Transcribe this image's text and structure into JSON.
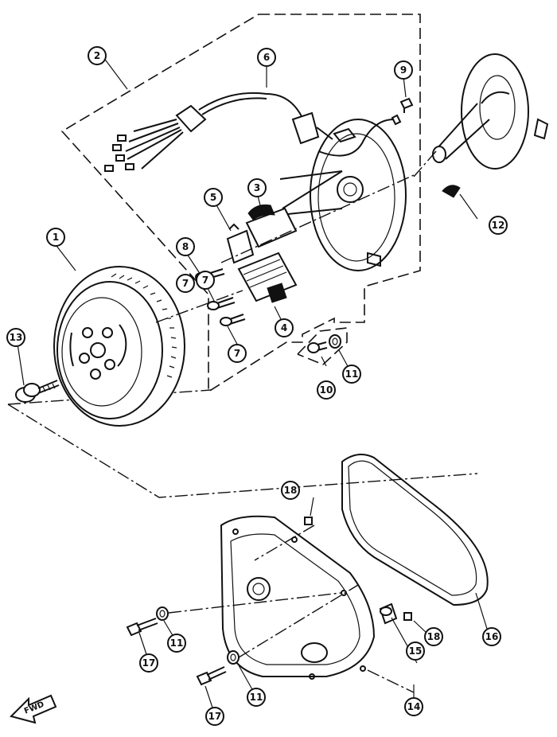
{
  "callouts": [
    {
      "id": "c1",
      "label": "1"
    },
    {
      "id": "c2",
      "label": "2"
    },
    {
      "id": "c3",
      "label": "3"
    },
    {
      "id": "c4",
      "label": "4"
    },
    {
      "id": "c5",
      "label": "5"
    },
    {
      "id": "c6",
      "label": "6"
    },
    {
      "id": "c7a",
      "label": "7"
    },
    {
      "id": "c7b",
      "label": "7"
    },
    {
      "id": "c7c",
      "label": "7"
    },
    {
      "id": "c8",
      "label": "8"
    },
    {
      "id": "c9",
      "label": "9"
    },
    {
      "id": "c10",
      "label": "10"
    },
    {
      "id": "c11a",
      "label": "11"
    },
    {
      "id": "c11b",
      "label": "11"
    },
    {
      "id": "c11c",
      "label": "11"
    },
    {
      "id": "c12",
      "label": "12"
    },
    {
      "id": "c13",
      "label": "13"
    },
    {
      "id": "c14",
      "label": "14"
    },
    {
      "id": "c15",
      "label": "15"
    },
    {
      "id": "c16",
      "label": "16"
    },
    {
      "id": "c17a",
      "label": "17"
    },
    {
      "id": "c17b",
      "label": "17"
    },
    {
      "id": "c18a",
      "label": "18"
    },
    {
      "id": "c18b",
      "label": "18"
    }
  ],
  "direction_arrow": {
    "label": "FWD"
  }
}
